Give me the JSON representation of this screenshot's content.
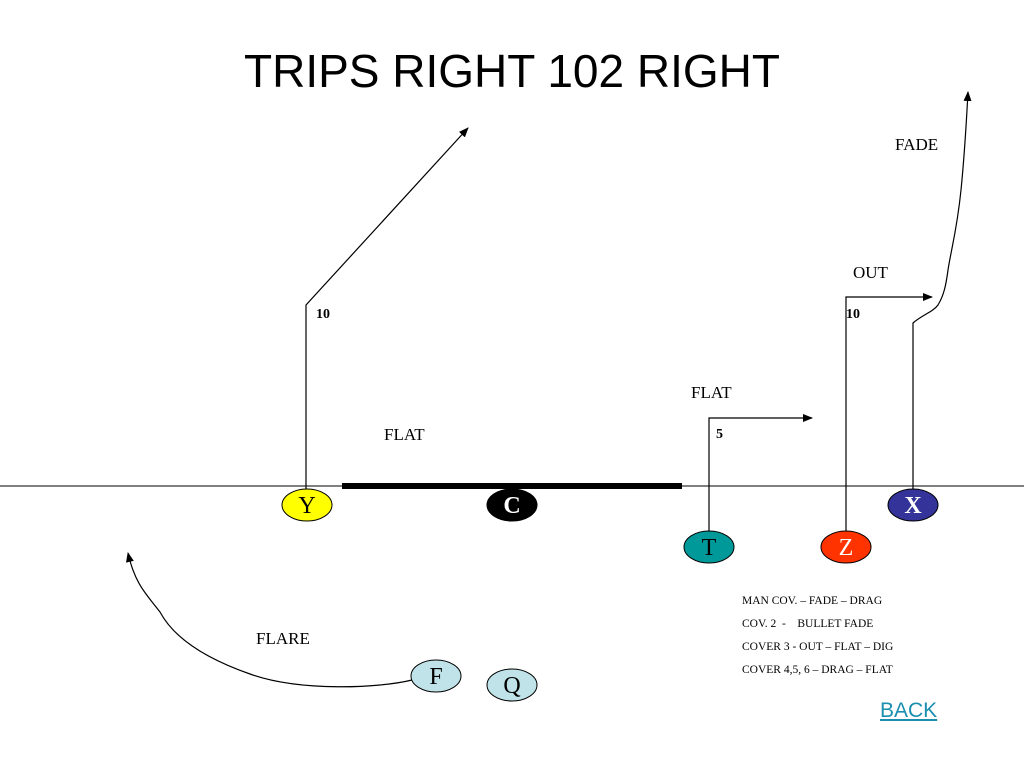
{
  "title": "TRIPS RIGHT 102 RIGHT",
  "players": {
    "y": {
      "letter": "Y",
      "fill": "#ffff00",
      "text_color": "#000000"
    },
    "c": {
      "letter": "C",
      "fill": "#000000",
      "text_color": "#ffffff"
    },
    "t": {
      "letter": "T",
      "fill": "#009999",
      "text_color": "#000000"
    },
    "z": {
      "letter": "Z",
      "fill": "#ff3300",
      "text_color": "#ffffff"
    },
    "x": {
      "letter": "X",
      "fill": "#333399",
      "text_color": "#ffffff"
    },
    "f": {
      "letter": "F",
      "fill": "#bfe3e8",
      "text_color": "#000000"
    },
    "q": {
      "letter": "Q",
      "fill": "#bfe3e8",
      "text_color": "#000000"
    }
  },
  "route_labels": {
    "fade": "FADE",
    "out": "OUT",
    "flat_t": "FLAT",
    "flat_left": "FLAT",
    "flare": "FLARE"
  },
  "depths": {
    "y": "10",
    "z": "10",
    "t": "5"
  },
  "coverage_notes": [
    "MAN COV. – FADE – DRAG",
    "COV. 2  -    BULLET FADE",
    "COVER 3 - OUT – FLAT – DIG",
    "COVER 4,5, 6 – DRAG – FLAT"
  ],
  "back_link": "BACK"
}
